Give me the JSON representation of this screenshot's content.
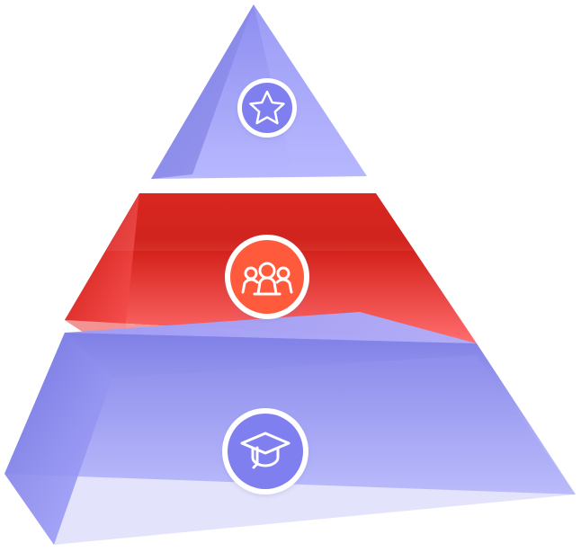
{
  "diagram": {
    "tiers": [
      {
        "id": "top",
        "icon": "star-icon",
        "color": "#8f8ff0"
      },
      {
        "id": "middle",
        "icon": "team-people-icon",
        "color": "#d8211b"
      },
      {
        "id": "bottom",
        "icon": "graduation-cap-icon",
        "color": "#8787e6"
      }
    ],
    "icon_badge_color": "#ffffff",
    "accent_colors": {
      "top_badge": "#7f7ff0",
      "middle_badge": "#ff5a3a",
      "bottom_badge": "#7f7ff0"
    }
  }
}
